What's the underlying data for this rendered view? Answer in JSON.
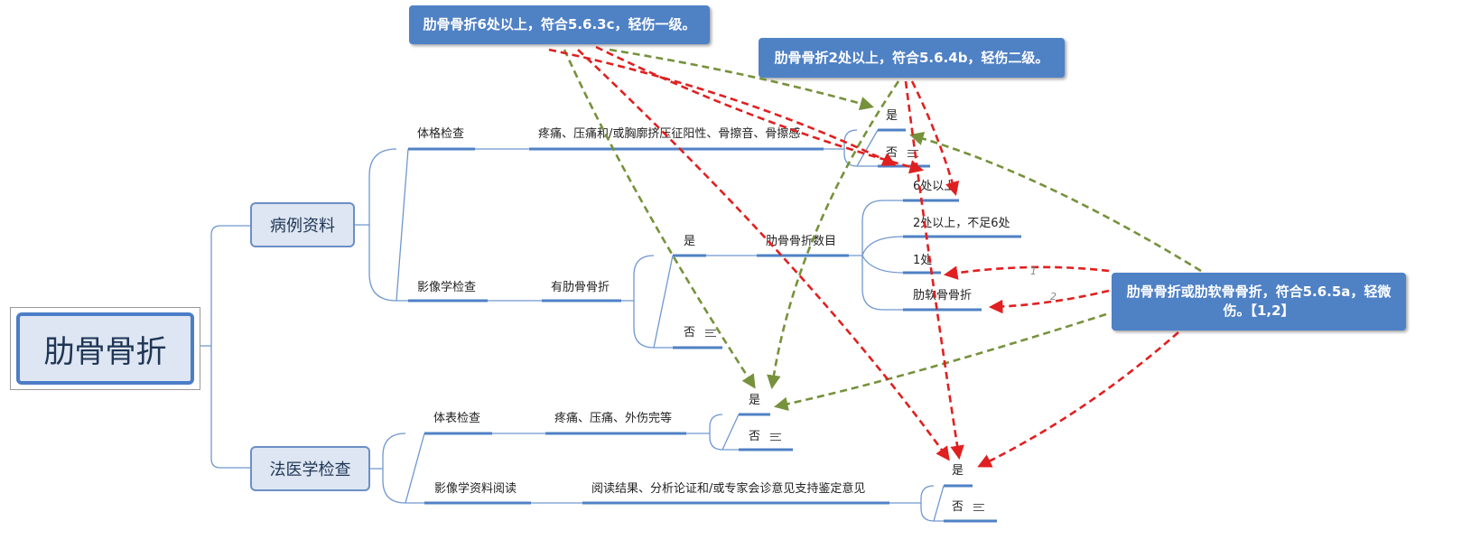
{
  "root": {
    "label": "肋骨骨折"
  },
  "branches": {
    "case": {
      "label": "病例资料"
    },
    "forensic": {
      "label": "法医学检查"
    }
  },
  "nodes": {
    "physical_exam": "体格检查",
    "physical_finding": "疼痛、压痛和/或胸廓挤压征阳性、骨擦音、骨擦感",
    "pe_yes": "是",
    "pe_no": "否",
    "imaging_exam": "影像学检查",
    "has_fracture": "有肋骨骨折",
    "frac_yes": "是",
    "frac_no": "否",
    "frac_count": "肋骨骨折数目",
    "count_6plus": "6处以上",
    "count_2to6": "2处以上，不足6处",
    "count_1": "1处",
    "costal_cartilage": "肋软骨骨折",
    "surface_exam": "体表检查",
    "surface_finding": "疼痛、压痛、外伤完等",
    "surf_yes": "是",
    "surf_no": "否",
    "imaging_review": "影像学资料阅读",
    "review_finding": "阅读结果、分析论证和/或专家会诊意见支持鉴定意见",
    "rev_yes": "是",
    "rev_no": "否"
  },
  "callouts": {
    "grade1": "肋骨骨折6处以上，符合5.6.3c，轻伤一级。",
    "grade2": "肋骨骨折2处以上，符合5.6.4b，轻伤二级。",
    "minor": "肋骨骨折或肋软骨骨折，符合5.6.5a，轻微伤。【1,2】"
  },
  "arrow_tags": [
    "1",
    "2"
  ],
  "colors": {
    "link": "#6f97cf",
    "underline": "#4f81c5",
    "callout": "#4f81c5",
    "green_arrow": "#76923c",
    "red_arrow": "#e02020"
  }
}
